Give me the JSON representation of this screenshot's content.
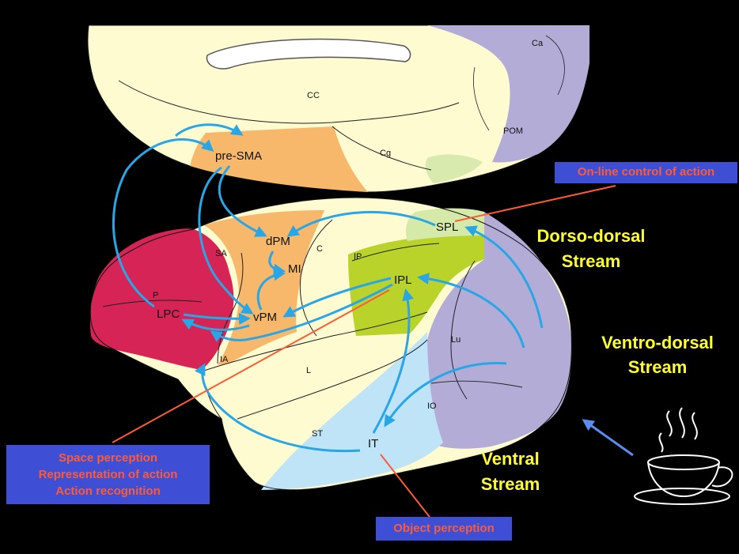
{
  "regions": {
    "cc": "CC",
    "ca": "Ca",
    "pom": "POM",
    "cg": "Cg",
    "pre_sma": "pre-SMA",
    "dpm": "dPM",
    "sa": "SA",
    "c": "C",
    "ip": "IP",
    "mi": "MI",
    "p": "P",
    "lpc": "LPC",
    "vpm": "vPM",
    "ipl": "IPL",
    "spl": "SPL",
    "lu": "Lu",
    "ia": "IA",
    "l": "L",
    "io": "IO",
    "st": "ST",
    "it": "IT"
  },
  "streams": {
    "dorso_dorsal": [
      "Dorso-dorsal",
      "Stream"
    ],
    "ventro_dorsal": [
      "Ventro-dorsal",
      "Stream"
    ],
    "ventral": [
      "Ventral",
      "Stream"
    ]
  },
  "boxes": {
    "online_control": "On-line control of action",
    "space_perception": [
      "Space perception",
      "Representation of action",
      "Action recognition"
    ],
    "object_perception": "Object perception"
  },
  "colors": {
    "background": "#000000",
    "cortex": "#fefbd0",
    "premotor": "#f7b86c",
    "lpc": "#d62456",
    "ipl": "#b9d32b",
    "spl": "#d5eaa8",
    "occipital": "#b3acd7",
    "ventral": "#bfe3f7",
    "arrow": "#28a6e6",
    "annotation": "#ff5a36",
    "label_box": "#3e4fd6",
    "stream_text": "#ffff33"
  },
  "icons": [
    "coffee-cup-icon"
  ]
}
